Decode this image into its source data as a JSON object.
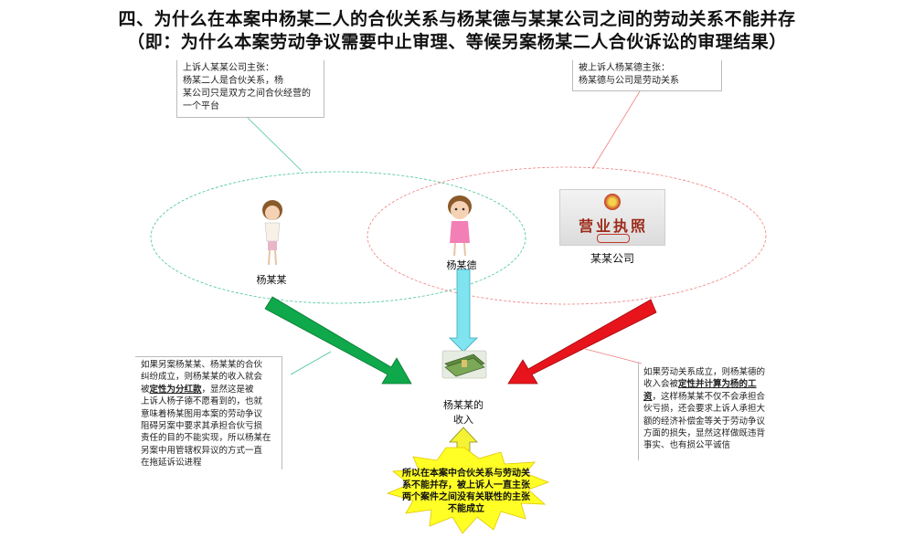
{
  "title": {
    "line1": "四、为什么在本案中杨某二人的合伙关系与杨某德与某某公司之间的劳动关系不能并存",
    "line2": "（即：为什么本案劳动争议需要中止审理、等候另案杨某二人合伙诉讼的审理结果）"
  },
  "top_left_note": {
    "line1": "上诉人某某公司主张：",
    "line2": "杨某二人是合伙关系，杨",
    "line3": "某公司只是双方之间合伙经营的",
    "line4": "一个平台"
  },
  "top_right_note": {
    "line1": "被上诉人杨某德主张：",
    "line2": "杨某德与公司是劳动关系"
  },
  "persons": {
    "left_name": "杨某某",
    "center_name": "杨某德",
    "company_name": "某某公司"
  },
  "license": {
    "text": "营业执照"
  },
  "income": {
    "line1": "杨某某的",
    "line2": "收入"
  },
  "left_note": {
    "l1": "如果另案杨某某、杨某某的合伙",
    "l2": "纠纷成立，则杨某某的收入就会",
    "l3a": "被",
    "l3b": "定性为分红款",
    "l3c": "，显然这是被",
    "l4": "上诉人杨子德不愿看到的，也就",
    "l5": "意味着杨某图用本案的劳动争议",
    "l6": "阻碍另案中要求其承担合伙亏损",
    "l7": "责任的目的不能实现，所以杨某在",
    "l8": "另案中用管辖权异议的方式一直",
    "l9": "在拖延诉讼进程"
  },
  "right_note": {
    "l1": "如果劳动关系成立，则杨某德的",
    "l2a": "收入会被",
    "l2b": "定性并计算为杨的工",
    "l3a": "资",
    "l3b": "，这样杨某某不仅不会承担合",
    "l4": "伙亏损，还会要求上诉人承担大",
    "l5": "额的经济补偿金等关于劳动争议",
    "l6": "方面的损失，显然这样做既违背",
    "l7": "事实、也有损公平诚信"
  },
  "conclusion": {
    "l1": "所以在本案中合伙关系与劳动关",
    "l2": "系不能并存，被上诉人一直主张",
    "l3": "两个案件之间没有关联性的主张",
    "l4": "不能成立"
  },
  "colors": {
    "green_arrow": "#0fa84a",
    "red_arrow": "#e8141b",
    "cyan_arrow": "#7fe3f0",
    "yellow_arrow": "#f4f233",
    "burst": "#ffff26",
    "redaction": "#4b4fd4"
  },
  "icons": [
    "person-left-icon",
    "person-center-icon",
    "business-license-icon",
    "money-stack-icon"
  ]
}
